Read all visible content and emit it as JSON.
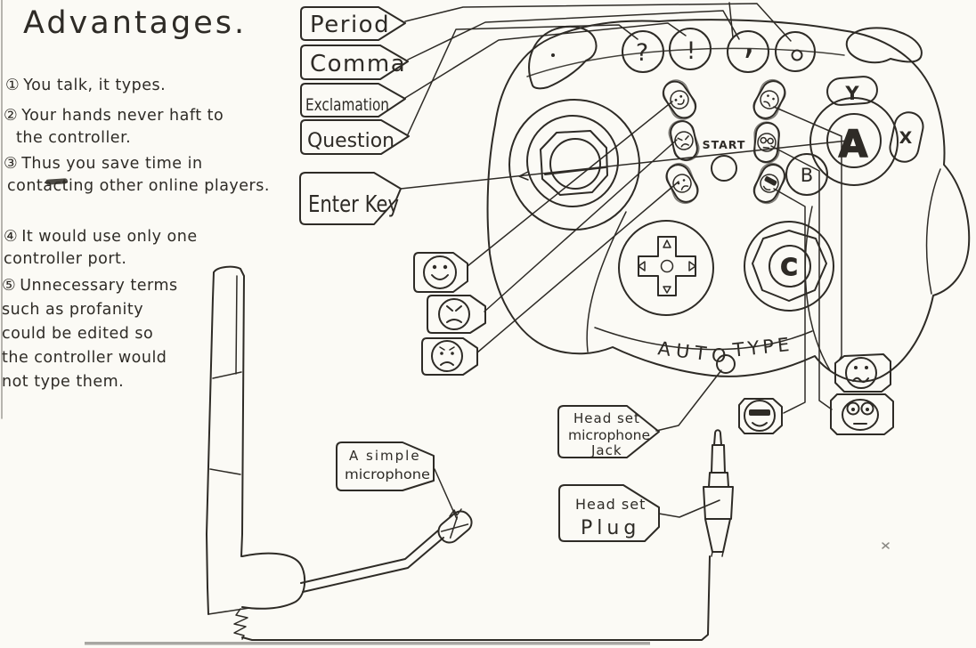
{
  "colors": {
    "paper": "#fbfaf5",
    "ink": "#2e2b26"
  },
  "heading": {
    "title": "Advantages."
  },
  "advantages": [
    {
      "num": "①",
      "lines": [
        "You talk, it types."
      ]
    },
    {
      "num": "②",
      "lines": [
        "Your hands never haft to",
        "the controller."
      ]
    },
    {
      "num": "③",
      "lines": [
        "Thus you save time in",
        "contacting other online players."
      ]
    },
    {
      "num": "④",
      "lines": [
        "It would use only one",
        "controller port."
      ]
    },
    {
      "num": "⑤",
      "lines": [
        "Unnecessary terms",
        "such as profanity",
        "could be edited so",
        "the controller would",
        "not type them."
      ]
    }
  ],
  "key_tags": {
    "period": "Period",
    "comma": "Comma",
    "exclamation": "Exclamation",
    "question": "Question",
    "enter_key": "Enter Key"
  },
  "buttons": {
    "start": "START",
    "a": "A",
    "b": "B",
    "c": "C",
    "x": "X",
    "y": "Y"
  },
  "punctuation": {
    "question_mark": "?",
    "exclamation_mark": "!",
    "comma_mark": ","
  },
  "auto_type": {
    "word1": "AUTO",
    "word2": "TYPE"
  },
  "callouts": {
    "headset_jack": {
      "lines": [
        "Head set",
        "microphone",
        "Jack"
      ]
    },
    "headset_plug": {
      "lines": [
        "Head set",
        "Plug"
      ]
    },
    "microphone": {
      "lines": [
        "A simple",
        "microphone"
      ]
    }
  },
  "emoji": {
    "left": [
      "happy-face",
      "angry-face",
      "sad-face"
    ],
    "right": [
      "confused-face",
      "sunglasses-face",
      "surprised-face"
    ]
  }
}
